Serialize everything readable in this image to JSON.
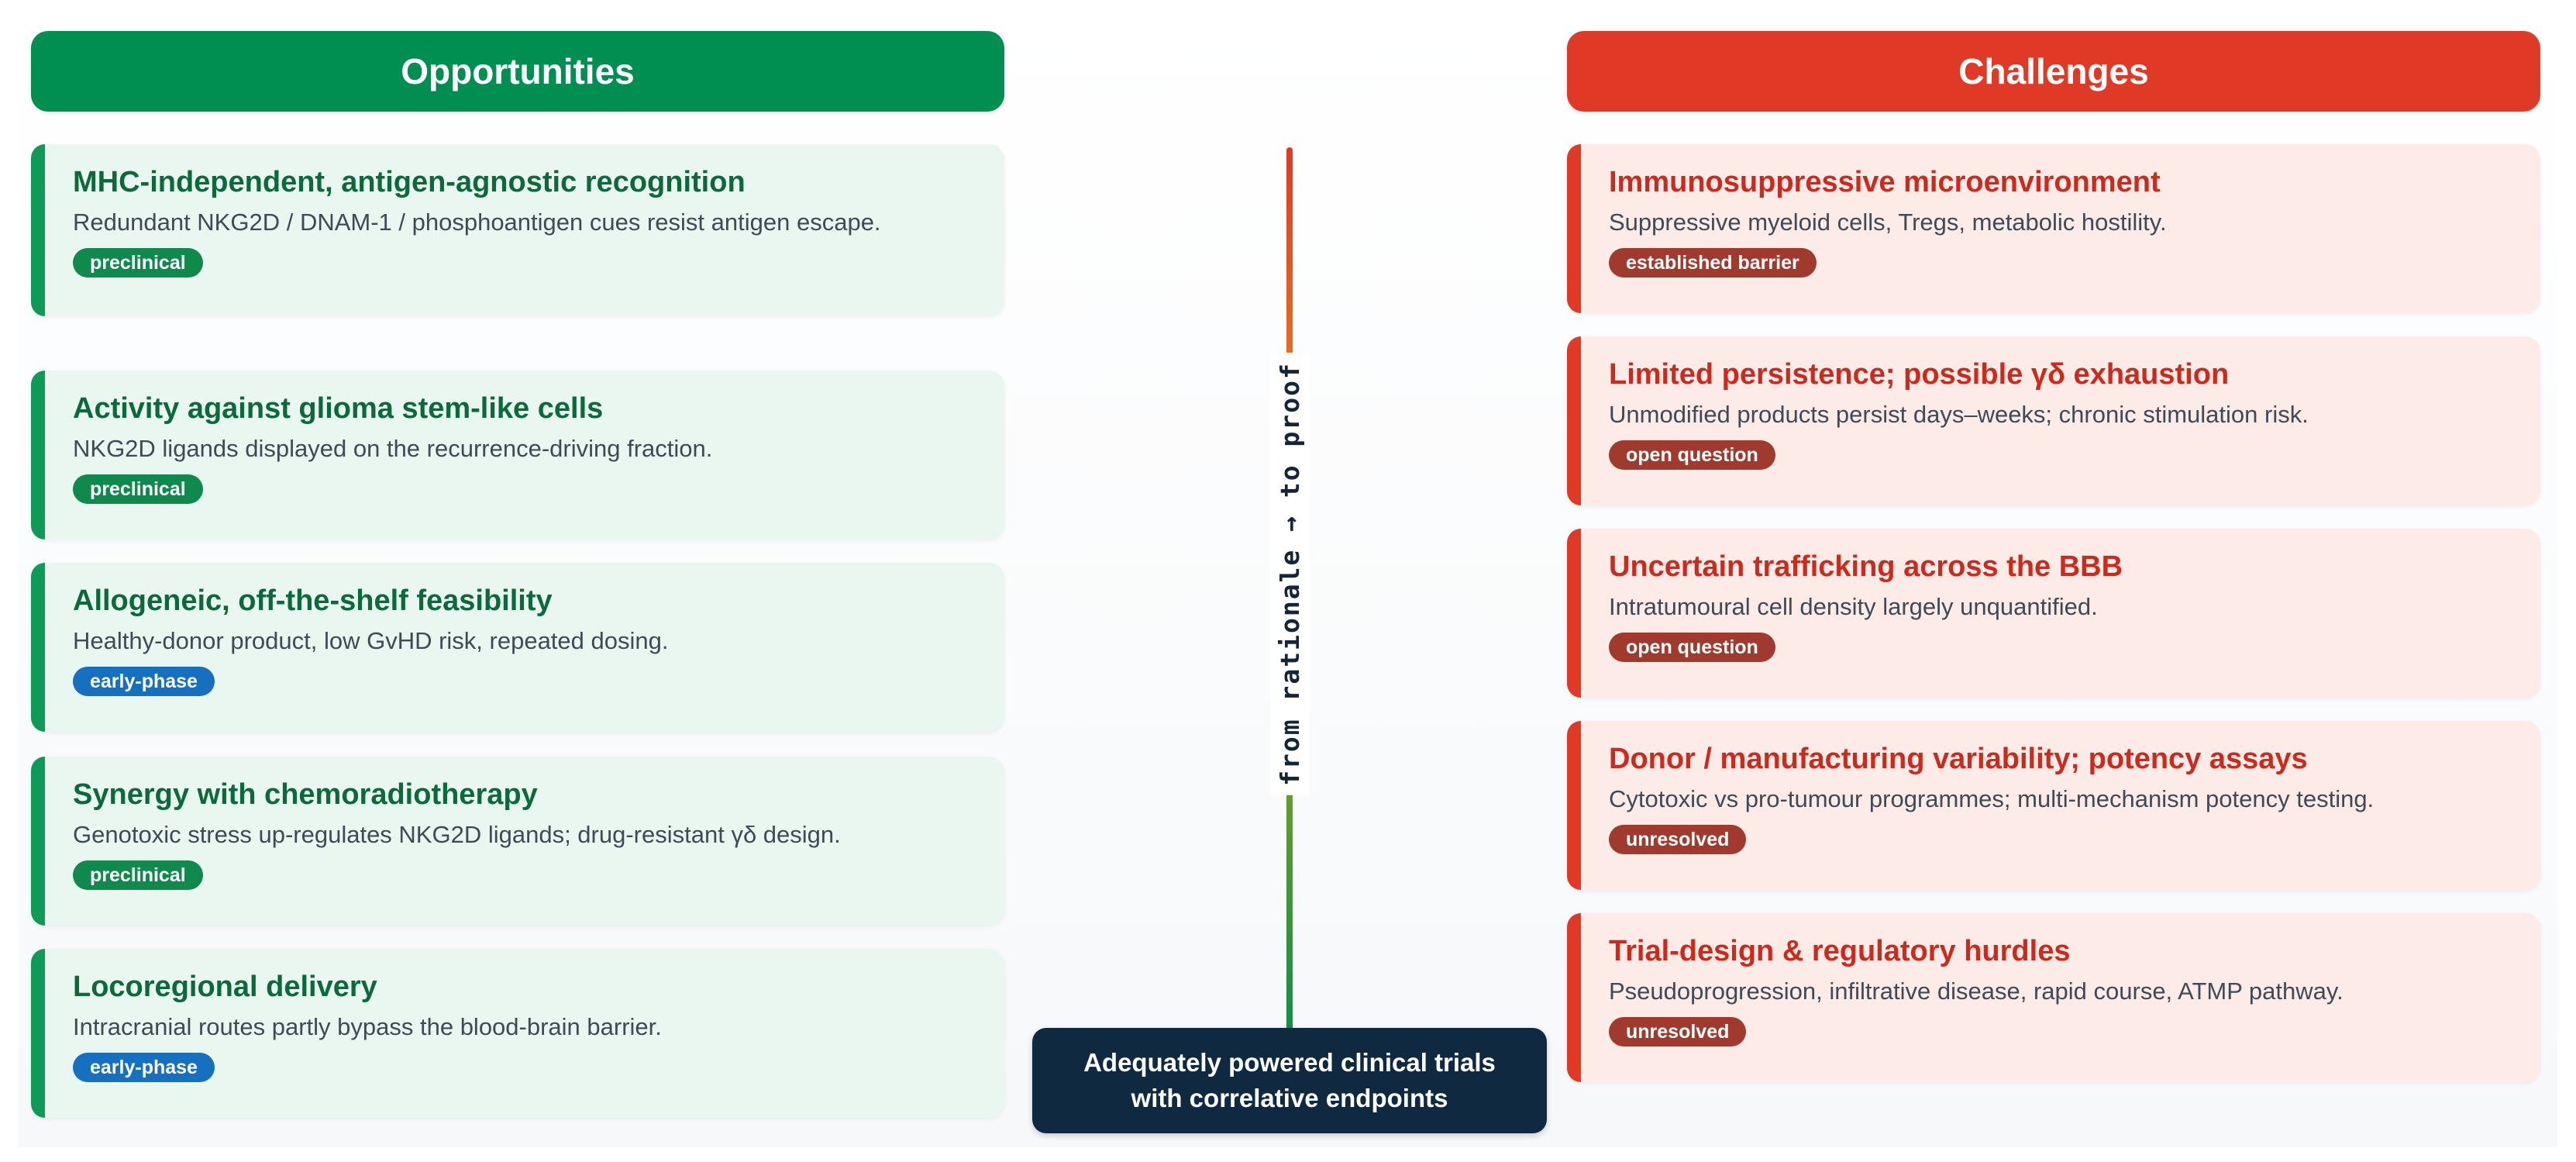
{
  "opportunities": {
    "header": "Opportunities",
    "cards": [
      {
        "title": "MHC-independent, antigen-agnostic recognition",
        "desc": "Redundant NKG2D / DNAM-1 / phosphoantigen cues resist antigen escape.",
        "badge": "preclinical"
      },
      {
        "title": "Activity against glioma stem-like cells",
        "desc": "NKG2D ligands displayed on the recurrence-driving fraction.",
        "badge": "preclinical"
      },
      {
        "title": "Allogeneic, off-the-shelf feasibility",
        "desc": "Healthy-donor product, low GvHD risk, repeated dosing.",
        "badge": "early-phase"
      },
      {
        "title": "Synergy with chemoradiotherapy",
        "desc": "Genotoxic stress up-regulates NKG2D ligands; drug-resistant γδ design.",
        "badge": "preclinical"
      },
      {
        "title": "Locoregional delivery",
        "desc": "Intracranial routes partly bypass the blood-brain barrier.",
        "badge": "early-phase"
      }
    ]
  },
  "challenges": {
    "header": "Challenges",
    "cards": [
      {
        "title": "Immunosuppressive microenvironment",
        "desc": "Suppressive myeloid cells, Tregs, metabolic hostility.",
        "badge": "established barrier"
      },
      {
        "title": "Limited persistence; possible γδ exhaustion",
        "desc": "Unmodified products persist days–weeks; chronic stimulation risk.",
        "badge": "open question"
      },
      {
        "title": "Uncertain trafficking across the BBB",
        "desc": "Intratumoural cell density largely unquantified.",
        "badge": "open question"
      },
      {
        "title": "Donor / manufacturing variability; potency assays",
        "desc": "Cytotoxic vs pro-tumour programmes; multi-mechanism potency testing.",
        "badge": "unresolved"
      },
      {
        "title": "Trial-design & regulatory hurdles",
        "desc": "Pseudoprogression, infiltrative disease, rapid course, ATMP pathway.",
        "badge": "unresolved"
      }
    ]
  },
  "axis": {
    "label": "from rationale → to proof"
  },
  "conclusion": {
    "line1": "Adequately powered clinical trials",
    "line2": "with correlative endpoints"
  },
  "colors": {
    "opportunity": "#008f50",
    "challenge": "#e03a26",
    "badge_preclinical": "#0f8a4c",
    "badge_early_phase": "#1670c0",
    "badge_challenge": "#a13a2e",
    "conclusion_bg": "#0f2940"
  }
}
